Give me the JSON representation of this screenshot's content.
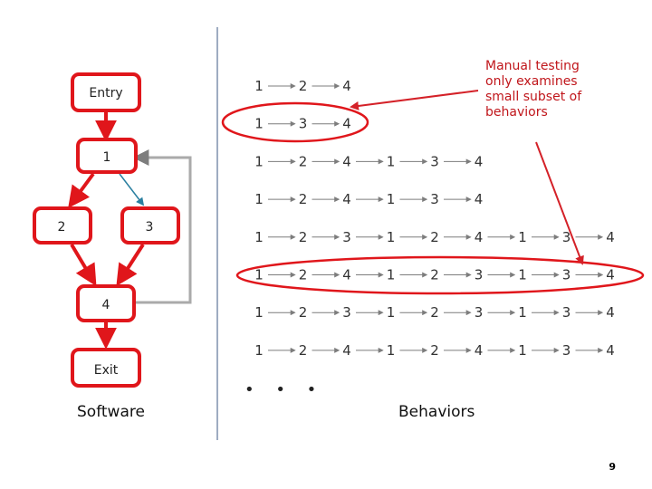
{
  "software": {
    "caption": "Software",
    "nodes": [
      {
        "id": "entry",
        "label": "Entry"
      },
      {
        "id": "n1",
        "label": "1"
      },
      {
        "id": "n2",
        "label": "2"
      },
      {
        "id": "n3",
        "label": "3"
      },
      {
        "id": "n4",
        "label": "4"
      },
      {
        "id": "exit",
        "label": "Exit"
      }
    ]
  },
  "behaviors": {
    "caption": "Behaviors",
    "ellipsis": "• • •",
    "rows": [
      [
        "1",
        "2",
        "4"
      ],
      [
        "1",
        "3",
        "4"
      ],
      [
        "1",
        "2",
        "4",
        "1",
        "3",
        "4"
      ],
      [
        "1",
        "2",
        "4",
        "1",
        "3",
        "4"
      ],
      [
        "1",
        "2",
        "3",
        "1",
        "2",
        "4",
        "1",
        "3",
        "4"
      ],
      [
        "1",
        "2",
        "4",
        "1",
        "2",
        "3",
        "1",
        "3",
        "4"
      ],
      [
        "1",
        "2",
        "3",
        "1",
        "2",
        "3",
        "1",
        "3",
        "4"
      ],
      [
        "1",
        "2",
        "4",
        "1",
        "2",
        "4",
        "1",
        "3",
        "4"
      ]
    ],
    "highlighted_rows": [
      1,
      5
    ]
  },
  "annotation": {
    "text": "Manual testing\nonly examines\nsmall subset of\nbehaviors"
  },
  "page_number": "9",
  "colors": {
    "red": "#e0161b",
    "teal": "#2a7fa0",
    "grey_edge": "#aaaaaa",
    "node_fill": "#ffffff"
  }
}
